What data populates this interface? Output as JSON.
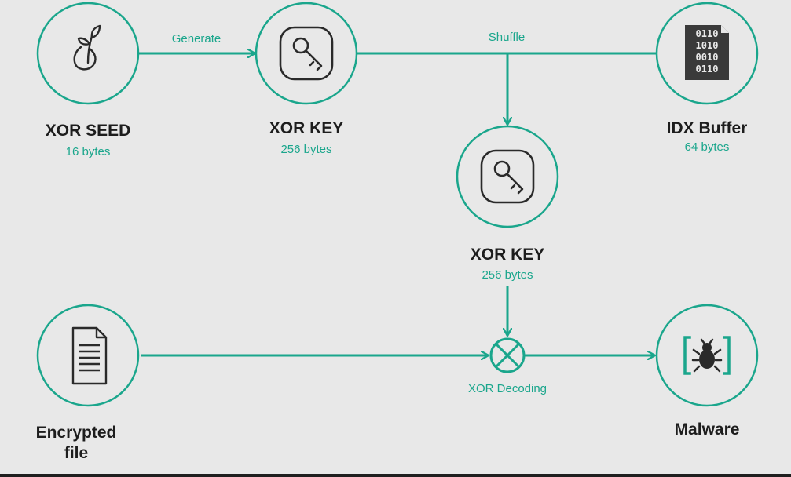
{
  "colors": {
    "accent": "#1aa68c",
    "icon": "#2a2a2a",
    "background": "#e8e8e8",
    "text": "#1d1d1d"
  },
  "nodes": {
    "xor_seed": {
      "title": "XOR SEED",
      "size": "16 bytes",
      "icon": "sprout-icon"
    },
    "xor_key_1": {
      "title": "XOR KEY",
      "size": "256 bytes",
      "icon": "key-icon"
    },
    "idx_buffer": {
      "title": "IDX Buffer",
      "size": "64 bytes",
      "icon": "binary-file-icon"
    },
    "xor_key_2": {
      "title": "XOR KEY",
      "size": "256 bytes",
      "icon": "key-icon"
    },
    "encrypted_file": {
      "title_line1": "Encrypted",
      "title_line2": "file",
      "icon": "document-icon"
    },
    "malware": {
      "title": "Malware",
      "icon": "bug-icon"
    }
  },
  "edges": {
    "generate": "Generate",
    "shuffle": "Shuffle",
    "xor_decoding": "XOR Decoding"
  }
}
